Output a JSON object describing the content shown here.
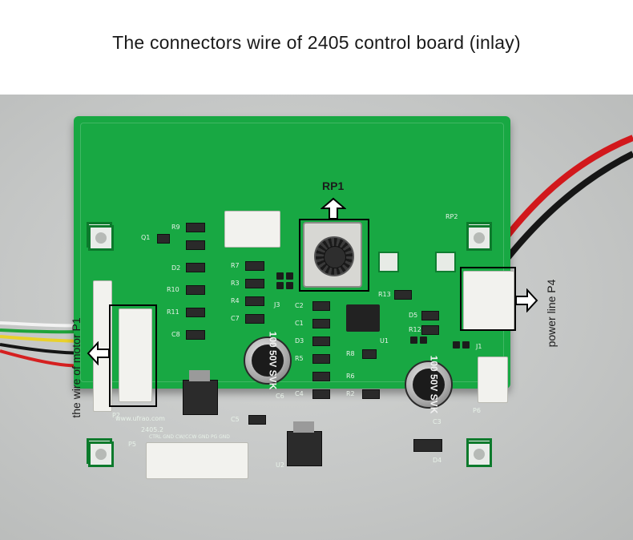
{
  "title": "The connectors wire of 2405 control board (inlay)",
  "annotations": {
    "rp1": "RP1",
    "p4": "power line  P4",
    "p1": "the wire of motor  P1"
  },
  "capacitors": {
    "c1_text": "100 50V SVK",
    "c2_text": "100 50V SVK"
  },
  "silkscreen": {
    "r9": "R9",
    "q1": "Q1",
    "d2": "D2",
    "r10": "R10",
    "r11": "R11",
    "c7": "C7",
    "c8": "C8",
    "r7": "R7",
    "r3": "R3",
    "r4": "R4",
    "j3": "J3",
    "c2": "C2",
    "c1": "C1",
    "d3": "D3",
    "r5": "R5",
    "r6": "R6",
    "r8": "R8",
    "r2": "R2",
    "c4": "C4",
    "c6": "C6",
    "c5": "C5",
    "u2": "U2",
    "u1": "U1",
    "r13": "R13",
    "r12": "R12",
    "d5": "D5",
    "j1": "J1",
    "p6": "P6",
    "c3": "C3",
    "d4": "D4",
    "rp2": "RP2",
    "p5": "P5",
    "p2": "P2",
    "model": "2405.2",
    "url": "www.ufrao.com",
    "p5_pins": "CTRL GND CW/CCW GND PG GND"
  },
  "colors": {
    "board": "#18a843",
    "background": "#c9cbca",
    "box": "#000000"
  }
}
